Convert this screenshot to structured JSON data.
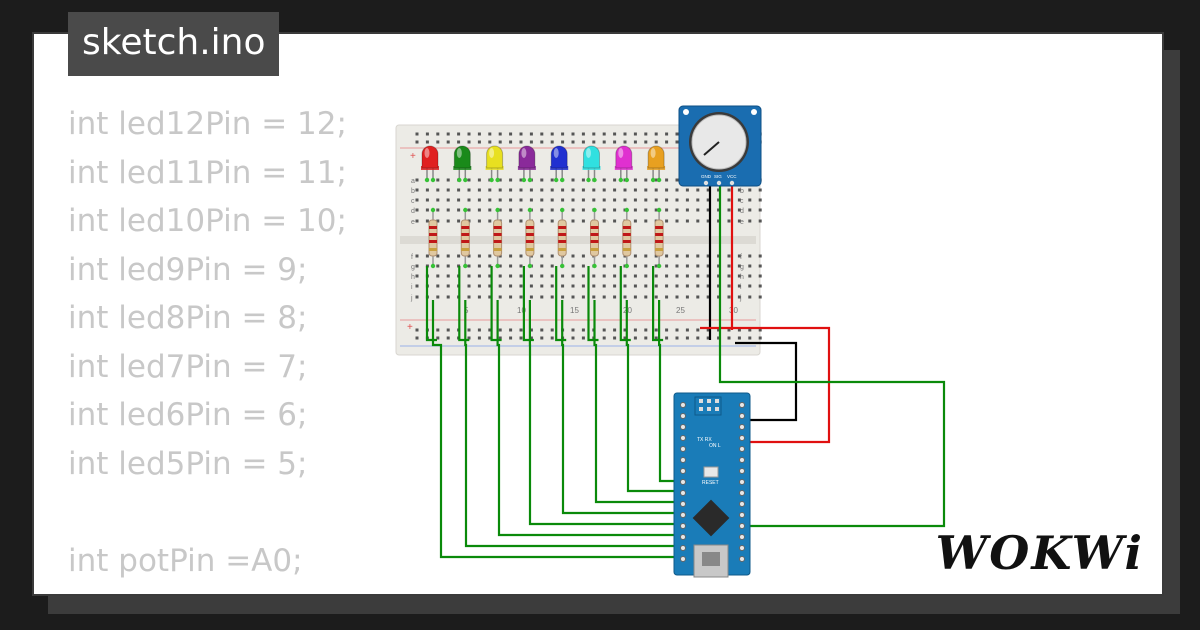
{
  "tab": {
    "filename": "sketch.ino"
  },
  "code_lines": [
    "int led12Pin = 12;",
    "int led11Pin = 11;",
    "int led10Pin = 10;",
    "int led9Pin = 9;",
    "int led8Pin = 8;",
    "int led7Pin = 7;",
    "int led6Pin = 6;",
    "int led5Pin = 5;",
    "",
    "int potPin =A0;"
  ],
  "brand": {
    "logo": "WOKWi"
  },
  "breadboard": {
    "row_letters_top": [
      "a",
      "b",
      "c",
      "d",
      "e"
    ],
    "row_letters_bottom": [
      "f",
      "g",
      "h",
      "i",
      "j"
    ],
    "column_numbers": [
      "5",
      "10",
      "15",
      "20",
      "25",
      "30"
    ],
    "rail_plus": "+"
  },
  "potentiometer": {
    "pins": [
      "GND",
      "SIG",
      "VCC"
    ]
  },
  "arduino": {
    "labels": [
      "TX RX",
      "ON L",
      "RESET"
    ]
  },
  "colors": {
    "led_red": "#e02020",
    "led_green": "#1a8a1a",
    "led_yellow": "#e8e020",
    "led_purple": "#8a2a9a",
    "led_blue": "#2030d0",
    "led_cyan": "#30e0e0",
    "led_magenta": "#e030d0",
    "led_orange": "#e8a020",
    "wire_green": "#0a8a0a",
    "wire_red": "#e01010",
    "wire_black": "#000000",
    "arduino_blue": "#1a7cb8"
  }
}
